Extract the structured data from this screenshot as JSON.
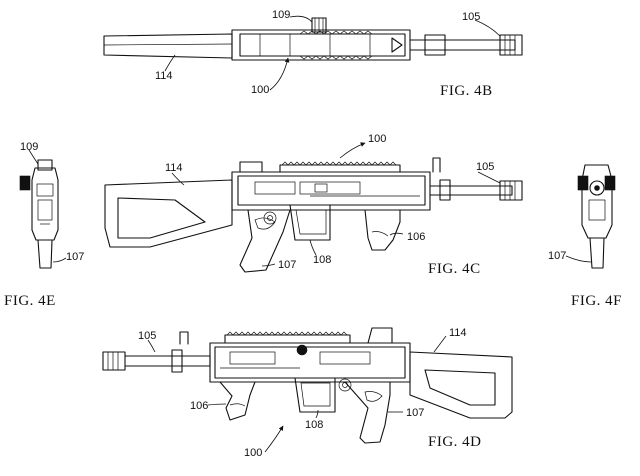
{
  "figures": {
    "fig4b": {
      "caption": "FIG. 4B",
      "labels": {
        "l109": "109",
        "l105": "105",
        "l114": "114",
        "l100": "100"
      }
    },
    "fig4c": {
      "caption": "FIG. 4C",
      "labels": {
        "l100": "100",
        "l114": "114",
        "l105": "105",
        "l106": "106",
        "l107": "107",
        "l108": "108"
      }
    },
    "fig4e": {
      "caption": "FIG. 4E",
      "labels": {
        "l109": "109",
        "l107": "107"
      }
    },
    "fig4f": {
      "caption": "FIG. 4F",
      "labels": {
        "l107": "107"
      }
    },
    "fig4d": {
      "caption": "FIG. 4D",
      "labels": {
        "l105": "105",
        "l114": "114",
        "l106": "106",
        "l108": "108",
        "l107": "107",
        "l100": "100"
      }
    }
  }
}
